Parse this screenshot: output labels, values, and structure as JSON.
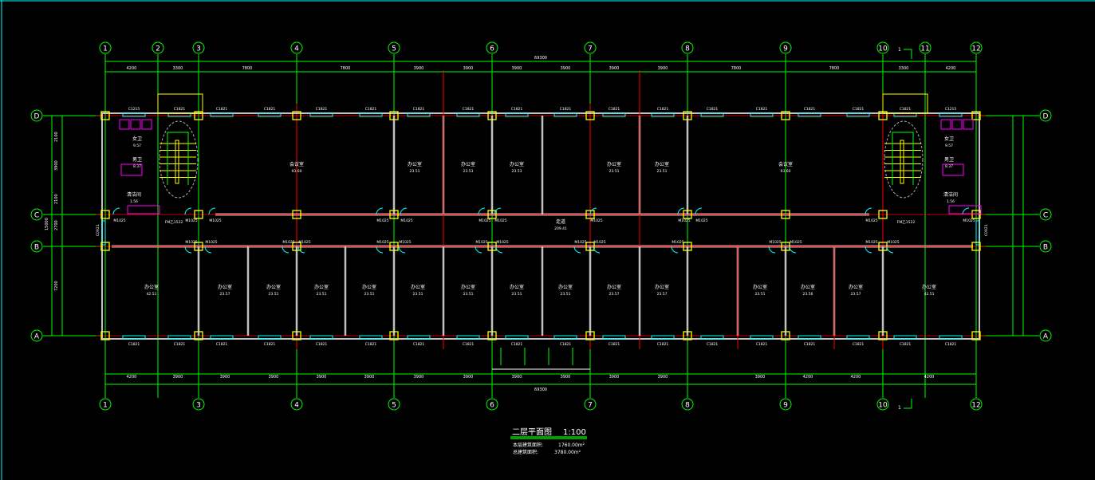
{
  "drawing": {
    "title": "二层平面图",
    "scale": "1:100",
    "floor_area_label": "本层建筑面积:",
    "floor_area_value": "1760.00m²",
    "total_area_label": "总建筑面积:",
    "total_area_value": "3780.00m²",
    "section_mark": "1"
  },
  "axes": {
    "columns": [
      "1",
      "2",
      "3",
      "4",
      "5",
      "6",
      "7",
      "8",
      "9",
      "10",
      "11",
      "12"
    ],
    "rows": [
      "D",
      "C",
      "B",
      "A"
    ]
  },
  "dimensions": {
    "top_total": "69300",
    "top": [
      "4200",
      "3300",
      "7800",
      "7800",
      "3900",
      "3900",
      "3900",
      "3900",
      "7800",
      "7800",
      "3300",
      "4200"
    ],
    "bottom_total": "69300",
    "bottom": [
      "4200",
      "3900",
      "3900",
      "3900",
      "3900",
      "3900",
      "3900",
      "3900",
      "3900",
      "3900",
      "3900",
      "3900",
      "3900",
      "4200"
    ],
    "left": [
      "2100",
      "3900",
      "2100",
      "2700",
      "7200"
    ],
    "left_total": "15000"
  },
  "colors": {
    "background": "#000000",
    "grid": "#00ff00",
    "axis_red": "#ff0000",
    "wall": "#c0c0c0",
    "column": "#ffff00",
    "window": "#00ffff",
    "fixture": "#ff00ff",
    "text": "#ffffff"
  },
  "rooms": {
    "top": [
      {
        "name": "会议室",
        "area": "93.60"
      },
      {
        "name": "办公室",
        "area": "23.51"
      },
      {
        "name": "办公室",
        "area": "23.53"
      },
      {
        "name": "办公室",
        "area": "23.53"
      },
      {
        "name": "办公室",
        "area": "23.51"
      },
      {
        "name": "办公室",
        "area": "23.51"
      },
      {
        "name": "会议室",
        "area": "93.60"
      }
    ],
    "bottom": [
      {
        "name": "办公室",
        "area": "42.51"
      },
      {
        "name": "办公室",
        "area": "23.57"
      },
      {
        "name": "办公室",
        "area": "23.51"
      },
      {
        "name": "办公室",
        "area": "23.51"
      },
      {
        "name": "办公室",
        "area": "23.51"
      },
      {
        "name": "办公室",
        "area": "23.51"
      },
      {
        "name": "办公室",
        "area": "23.51"
      },
      {
        "name": "办公室",
        "area": "23.51"
      },
      {
        "name": "办公室",
        "area": "23.51"
      },
      {
        "name": "办公室",
        "area": "23.57"
      },
      {
        "name": "办公室",
        "area": "23.57"
      },
      {
        "name": "办公室",
        "area": "23.51"
      },
      {
        "name": "办公室",
        "area": "23.56"
      },
      {
        "name": "办公室",
        "area": "23.57"
      },
      {
        "name": "办公室",
        "area": "42.51"
      }
    ],
    "corridor": {
      "name": "走道",
      "area": "209.41"
    },
    "service_left": [
      {
        "name": "女卫",
        "area": "9.57"
      },
      {
        "name": "男卫",
        "area": "8.37"
      },
      {
        "name": "清洁间",
        "area": "1.56"
      }
    ],
    "service_right": [
      {
        "name": "女卫",
        "area": "9.57"
      },
      {
        "name": "男卫",
        "area": "8.37"
      },
      {
        "name": "清洁间",
        "area": "1.56"
      }
    ]
  },
  "openings": {
    "window_top": "C1821",
    "window_wc": "C1215",
    "window_bottom": "C1821",
    "door": "M1025",
    "stair_door": "FM乙1522",
    "side_window": "C0921"
  }
}
